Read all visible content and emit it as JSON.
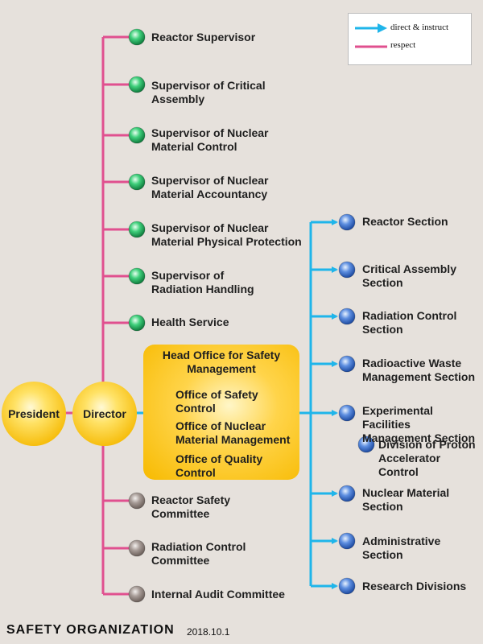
{
  "legend": {
    "direct": "direct & instruct",
    "respect": "respect",
    "colors": {
      "direct": "#1fb5ea",
      "respect": "#e0508f"
    }
  },
  "nodes": {
    "president": "President",
    "director": "Director",
    "head_office": "Head Office for Safety\nManagement"
  },
  "supervisors": [
    {
      "label": "Reactor Supervisor",
      "icon": "green-dot-icon"
    },
    {
      "label": "Supervisor of Critical\nAssembly",
      "icon": "green-dot-icon"
    },
    {
      "label": "Supervisor of Nuclear\nMaterial Control",
      "icon": "green-dot-icon"
    },
    {
      "label": "Supervisor of Nuclear\nMaterial Accountancy",
      "icon": "green-dot-icon"
    },
    {
      "label": "Supervisor of Nuclear\nMaterial Physical Protection",
      "icon": "green-dot-icon"
    },
    {
      "label": "Supervisor of\nRadiation Handling",
      "icon": "green-dot-icon"
    },
    {
      "label": "Health Service",
      "icon": "green-dot-icon"
    }
  ],
  "offices": [
    {
      "label": "Office of Safety\nControl",
      "icon": "pink-dot-icon"
    },
    {
      "label": "Office of Nuclear\nMaterial Management",
      "icon": "pink-dot-icon"
    },
    {
      "label": "Office of Quality\nControl",
      "icon": "pink-dot-icon"
    }
  ],
  "committees": [
    {
      "label": "Reactor Safety\nCommittee",
      "icon": "gray-dot-icon"
    },
    {
      "label": "Radiation Control\nCommittee",
      "icon": "gray-dot-icon"
    },
    {
      "label": "Internal Audit Committee",
      "icon": "gray-dot-icon"
    }
  ],
  "sections": [
    {
      "label": "Reactor Section",
      "icon": "blue-dot-icon"
    },
    {
      "label": "Critical Assembly\nSection",
      "icon": "blue-dot-icon"
    },
    {
      "label": "Radiation Control\nSection",
      "icon": "blue-dot-icon"
    },
    {
      "label": "Radioactive Waste\nManagement Section",
      "icon": "blue-dot-icon"
    },
    {
      "label": "Experimental Facilities\nManagement Section",
      "icon": "blue-dot-icon"
    },
    {
      "label": "Division of Proton\nAccelerator Control",
      "icon": "blue-dot-icon"
    },
    {
      "label": "Nuclear Material\nSection",
      "icon": "blue-dot-icon"
    },
    {
      "label": "Administrative Section",
      "icon": "blue-dot-icon"
    },
    {
      "label": "Research Divisions",
      "icon": "blue-dot-icon"
    }
  ],
  "footer": {
    "title": "SAFETY ORGANIZATION",
    "date": "2018.10.1"
  }
}
